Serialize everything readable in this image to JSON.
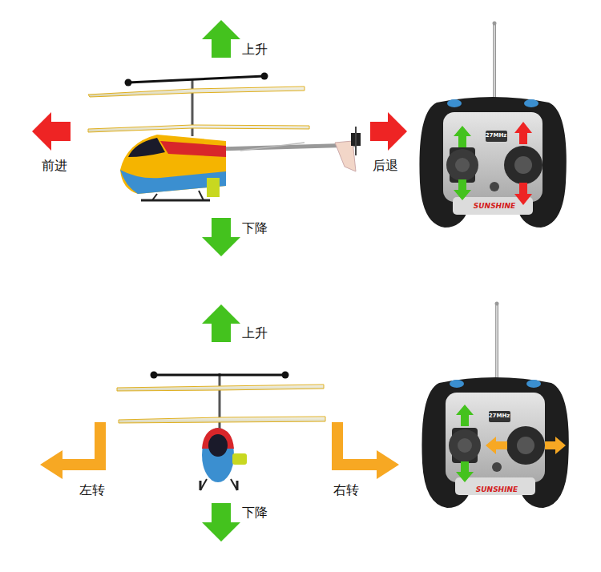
{
  "diagram": {
    "labels": [
      "上升",
      "前进",
      "后退",
      "下降",
      "27MHz",
      "SUNSHINE",
      "上升",
      "左转",
      "右转",
      "下降",
      "27MHz",
      "SUNSHINE"
    ]
  }
}
